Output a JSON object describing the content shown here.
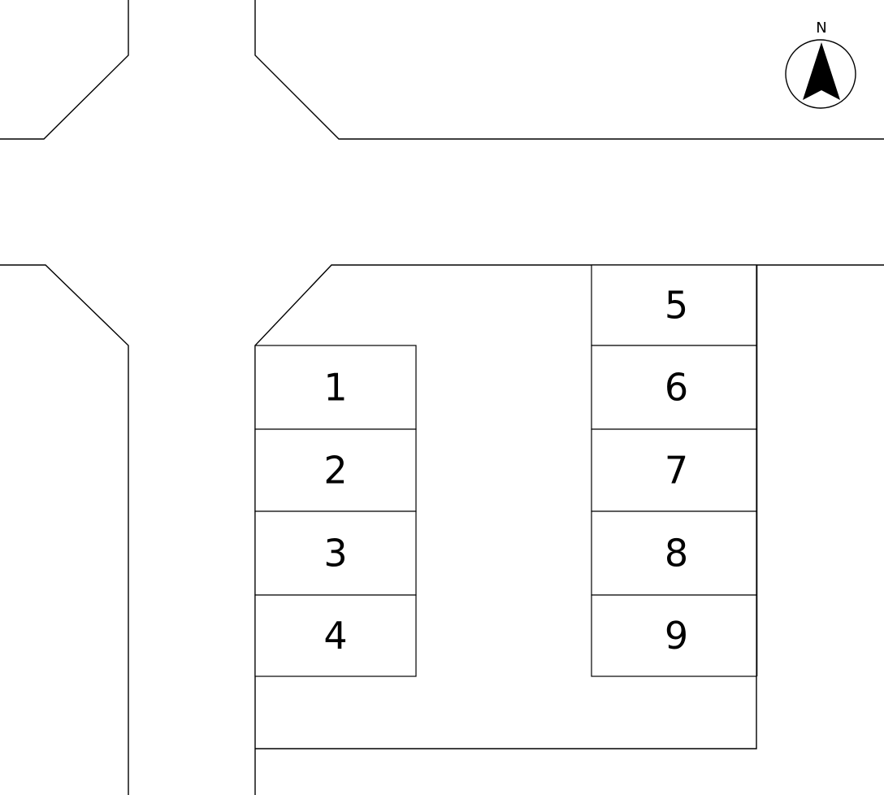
{
  "colors": {
    "ink": "#000000",
    "background": "#ffffff"
  },
  "compass": {
    "label": "N",
    "icon": "north-arrow-icon"
  },
  "parking_slots": [
    {
      "id": "slot-1",
      "label": "1"
    },
    {
      "id": "slot-2",
      "label": "2"
    },
    {
      "id": "slot-3",
      "label": "3"
    },
    {
      "id": "slot-4",
      "label": "4"
    },
    {
      "id": "slot-5",
      "label": "5"
    },
    {
      "id": "slot-6",
      "label": "6"
    },
    {
      "id": "slot-7",
      "label": "7"
    },
    {
      "id": "slot-8",
      "label": "8"
    },
    {
      "id": "slot-9",
      "label": "9"
    }
  ]
}
